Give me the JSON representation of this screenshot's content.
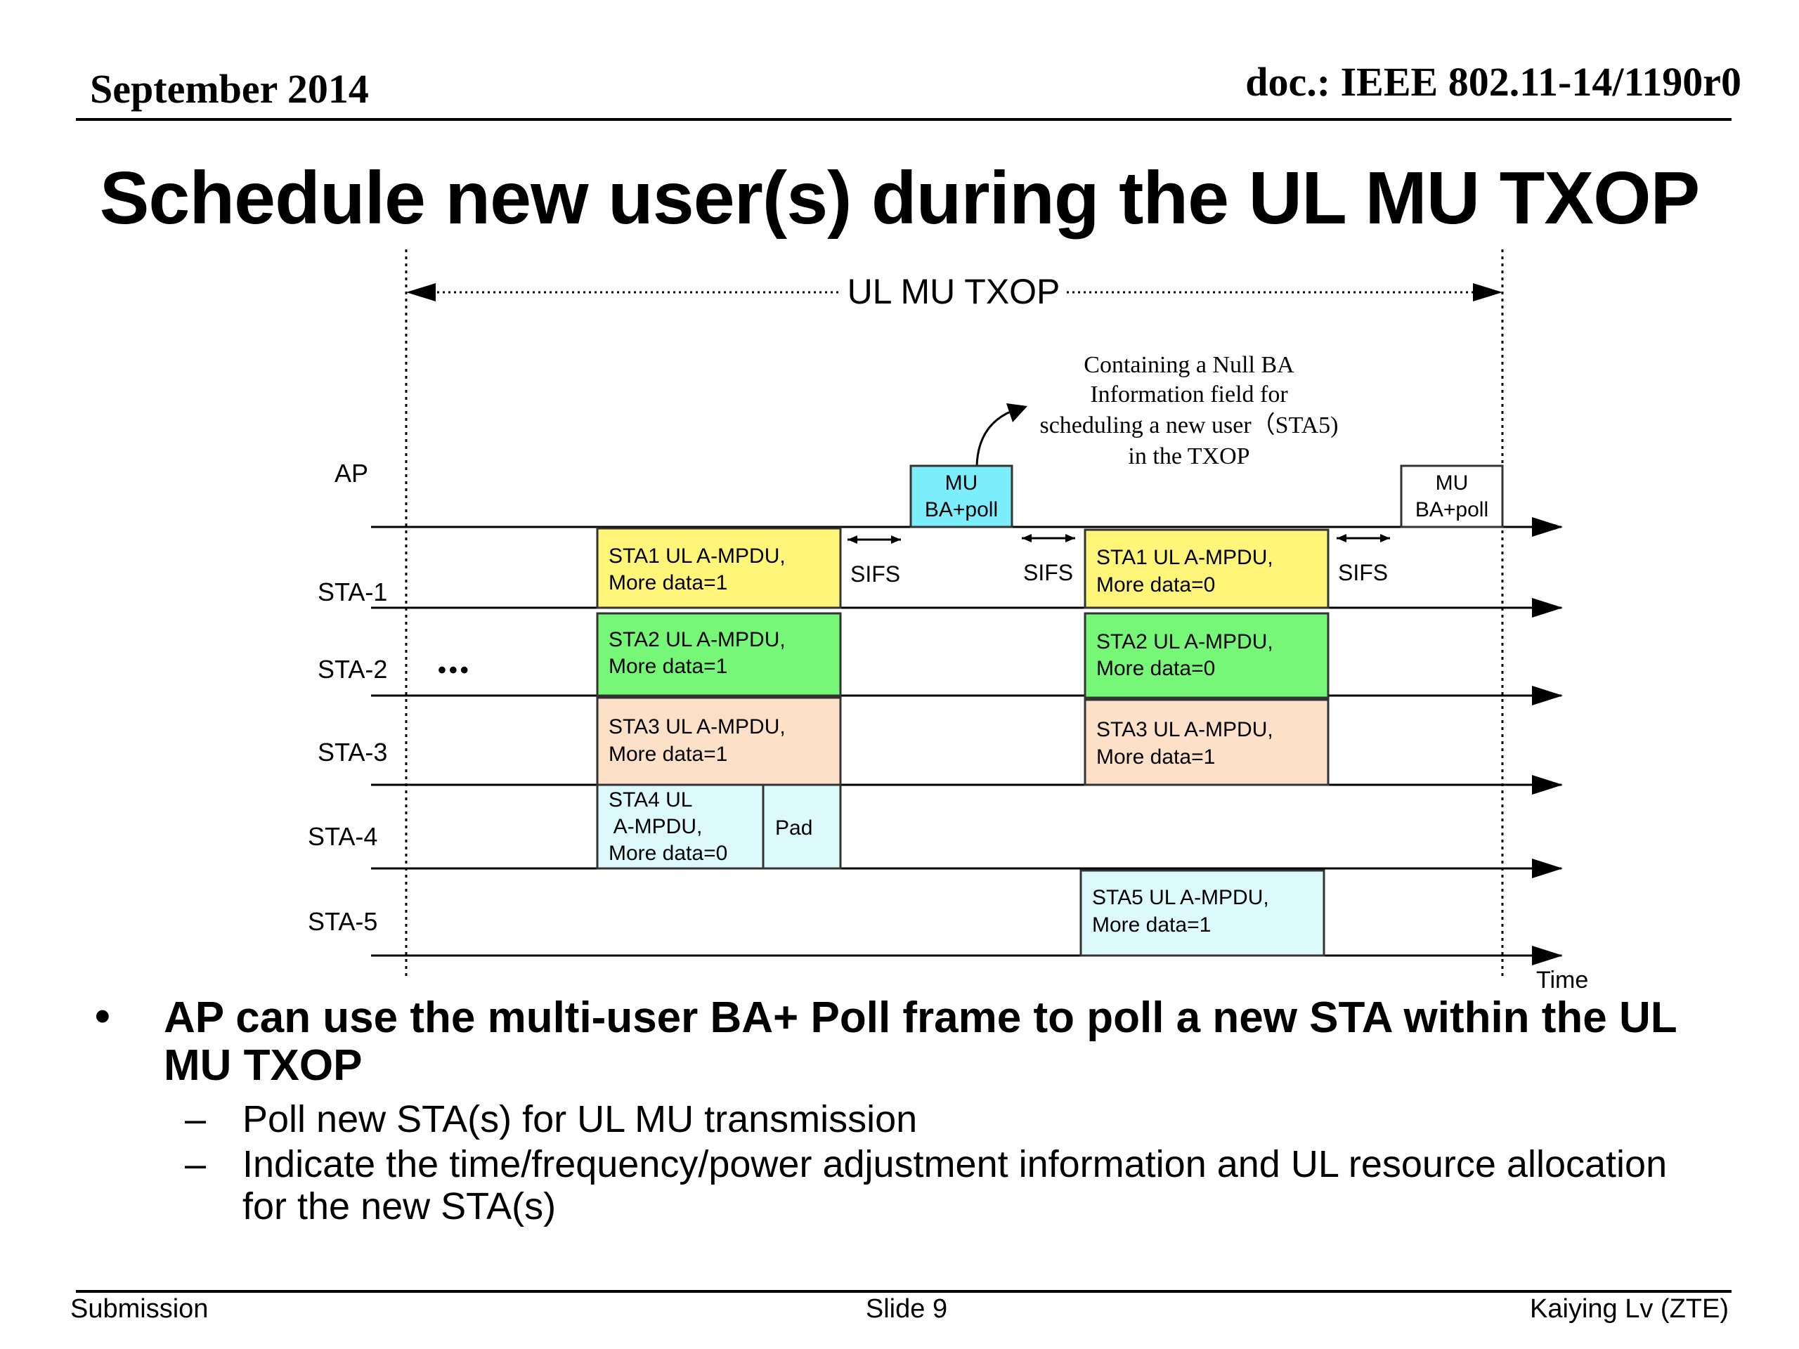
{
  "header": {
    "date": "September 2014",
    "doc": "doc.: IEEE 802.11-14/1190r0"
  },
  "title": "Schedule new user(s) during the UL MU TXOP",
  "diagram": {
    "txop_label": "UL MU TXOP",
    "annotation": [
      "Containing a  Null BA",
      "Information field for",
      "scheduling a new user（STA5)",
      "in the TXOP"
    ],
    "rows": [
      "AP",
      "STA-1",
      "STA-2",
      "STA-3",
      "STA-4",
      "STA-5"
    ],
    "ellipsis": "•••",
    "time_label": "Time",
    "sifs": "SIFS",
    "mu_ba_poll": [
      "MU",
      "BA+poll"
    ],
    "frames": {
      "sta1_first": [
        "STA1 UL A-MPDU,",
        "More data=1"
      ],
      "sta2_first": [
        "STA2 UL A-MPDU,",
        "More data=1"
      ],
      "sta3_first": [
        "STA3 UL A-MPDU,",
        "More data=1"
      ],
      "sta4_first": [
        "STA4 UL",
        " A-MPDU,",
        "More data=0"
      ],
      "pad": "Pad",
      "sta1_second": [
        "STA1 UL A-MPDU,",
        "More data=0"
      ],
      "sta2_second": [
        "STA2 UL A-MPDU,",
        "More data=0"
      ],
      "sta3_second": [
        "STA3 UL A-MPDU,",
        "More data=1"
      ],
      "sta5_second": [
        "STA5 UL A-MPDU,",
        "More data=1"
      ]
    },
    "colors": {
      "yellow": "#fff578",
      "green": "#77f777",
      "peach": "#fde0c8",
      "lightcyan": "#dcfafc",
      "cyan": "#7ceefb"
    }
  },
  "bullets": {
    "main": "AP can use the multi-user BA+ Poll frame to poll a new STA within the UL MU TXOP",
    "subs": [
      "Poll new STA(s) for UL MU transmission",
      "Indicate the time/frequency/power adjustment information and UL resource allocation for the new STA(s)"
    ]
  },
  "footer": {
    "left": "Submission",
    "center": "Slide 9",
    "right": "Kaiying Lv (ZTE)"
  }
}
